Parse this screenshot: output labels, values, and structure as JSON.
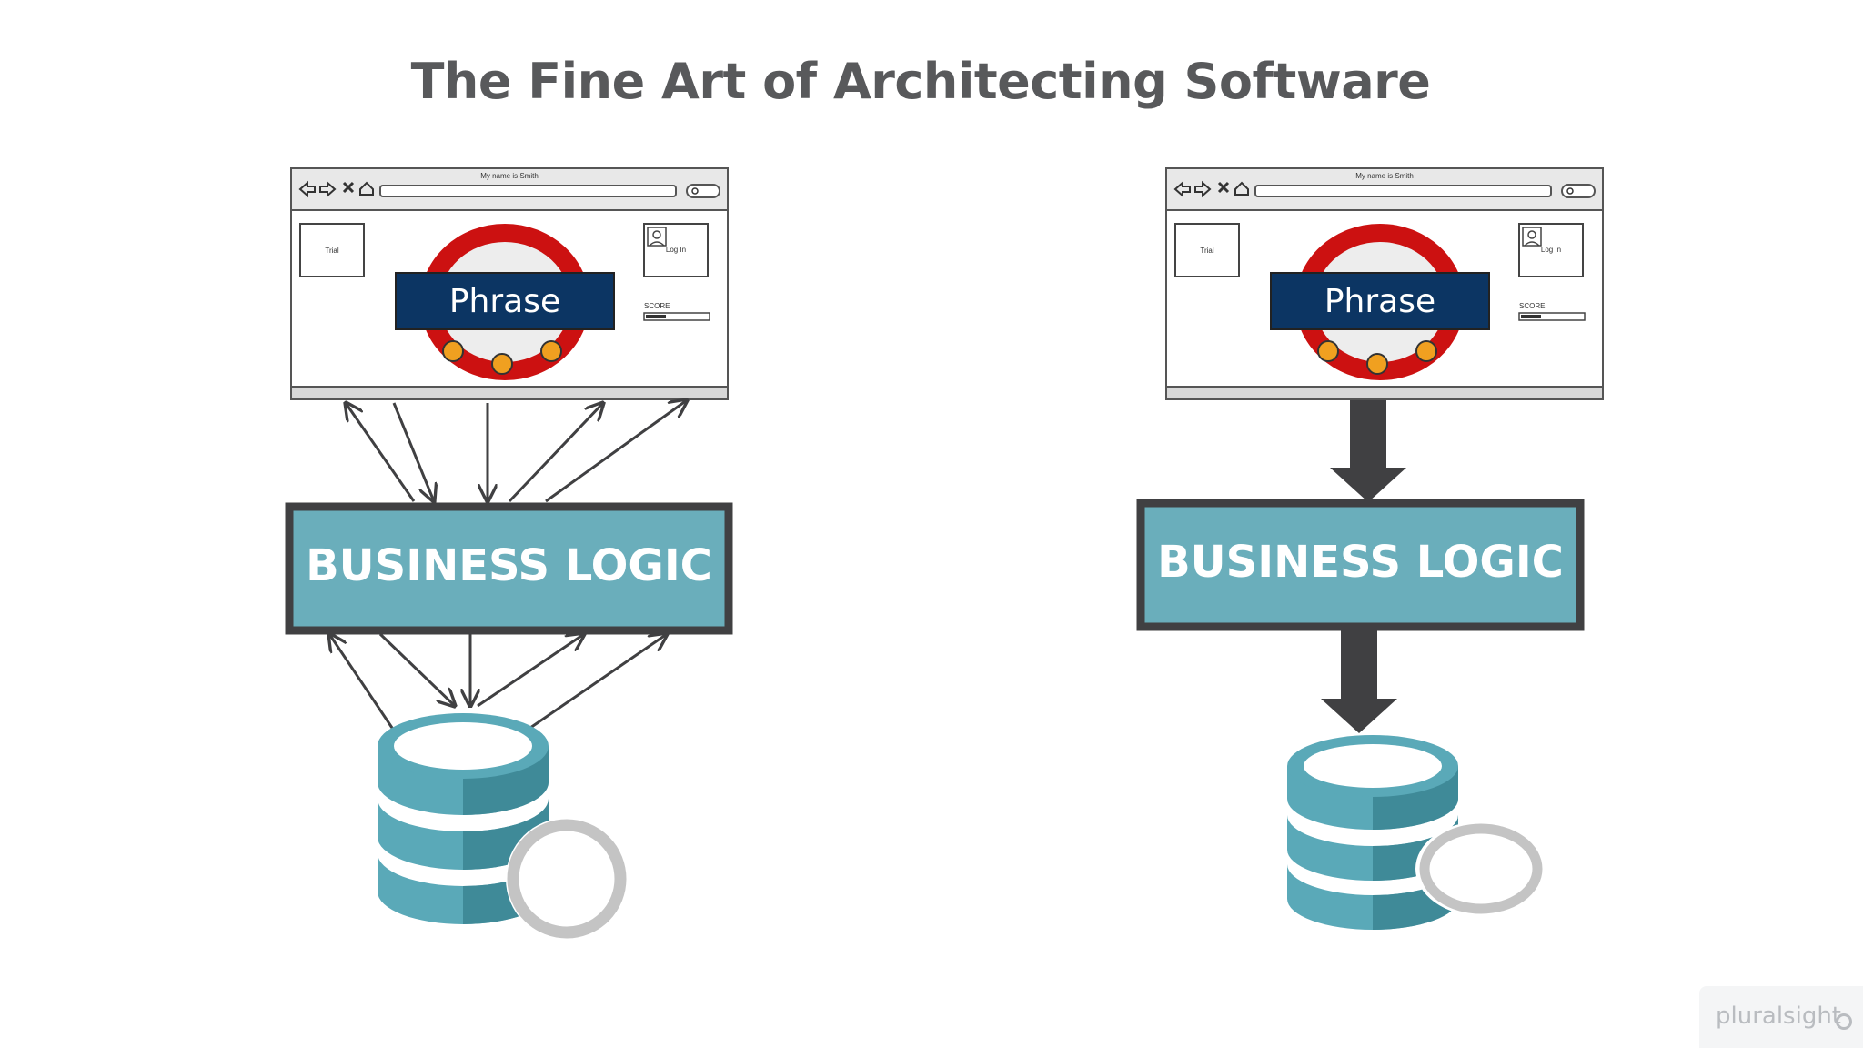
{
  "title": "The Fine Art of Architecting Software",
  "left": {
    "wireframe": {
      "window_title": "My name is Smith",
      "trial_label": "Trial",
      "login_label": "Log In",
      "score_label": "SCORE",
      "logo_text": "Phrase"
    },
    "business_logic_label": "BUSINESS LOGIC"
  },
  "right": {
    "wireframe": {
      "window_title": "My name is Smith",
      "trial_label": "Trial",
      "login_label": "Log In",
      "score_label": "SCORE",
      "logo_text": "Phrase"
    },
    "business_logic_label": "BUSINESS LOGIC"
  },
  "watermark": "pluralsight",
  "colors": {
    "title": "#58595b",
    "business_logic_fill": "#6aaebb",
    "business_logic_border": "#404042",
    "database": "#5aa9b8",
    "database_dark": "#3f8a98",
    "roundel_red": "#cc1111",
    "roundel_bar": "#0c3563",
    "arrow": "#404042"
  }
}
